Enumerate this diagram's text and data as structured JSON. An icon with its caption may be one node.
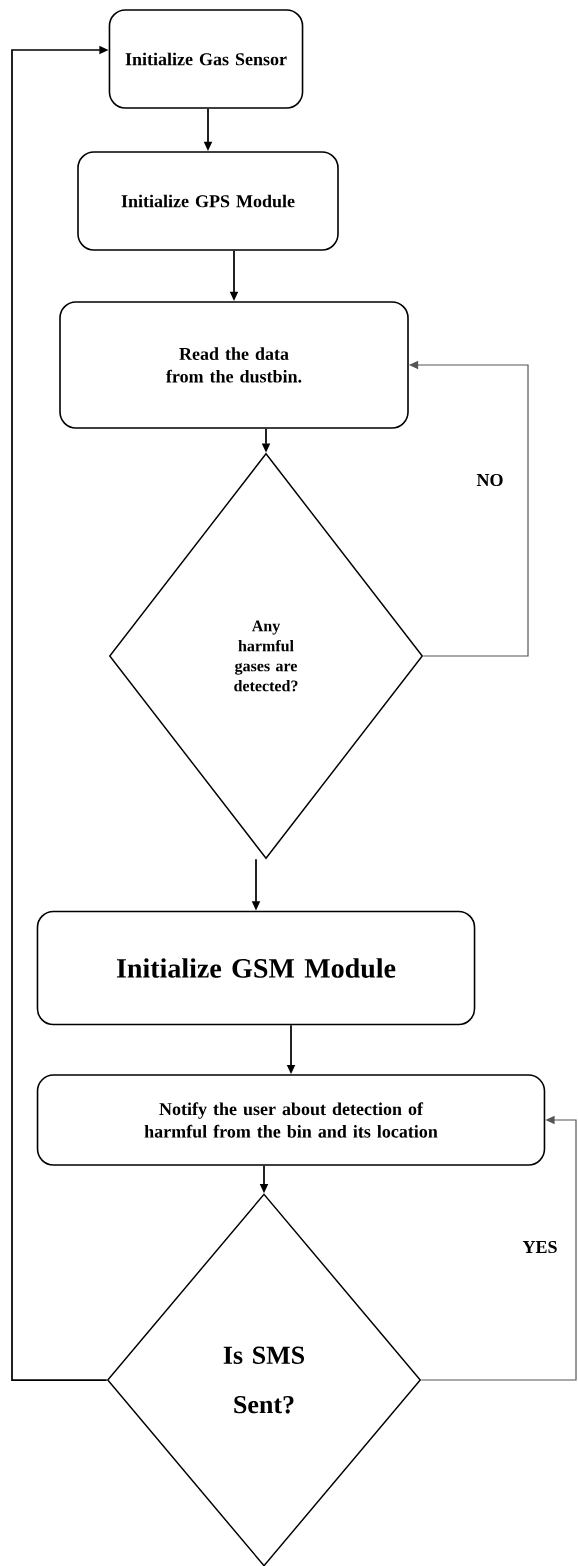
{
  "diagram": {
    "nodes": [
      {
        "text": [
          "Initialize Gas Sensor"
        ]
      },
      {
        "text": [
          "Initialize GPS Module"
        ]
      },
      {
        "text": [
          "Read the data from the dustbin."
        ]
      },
      {
        "text": [
          "Any harmful gases are detected?"
        ]
      },
      {
        "text": [
          "Initialize GSM Module"
        ]
      },
      {
        "text": [
          "Notify the user about detection of harmful from the bin and its location"
        ]
      },
      {
        "text": [
          "Is SMS Sent?"
        ]
      }
    ],
    "edges": [
      {
        "from": 0,
        "to": 1,
        "arrow": "to"
      },
      {
        "from": 1,
        "to": 2,
        "arrow": "to"
      },
      {
        "from": 2,
        "to": 3,
        "arrow": "to"
      },
      {
        "from": 3,
        "to": 2,
        "arrow": "to",
        "label": "NO",
        "color": "#555555"
      },
      {
        "from": 3,
        "to": 4,
        "arrow": "to"
      },
      {
        "from": 4,
        "to": 5,
        "arrow": "to"
      },
      {
        "from": 5,
        "to": 6,
        "arrow": "to"
      },
      {
        "from": 6,
        "to": 5,
        "arrow": "to",
        "label": "YES",
        "color": "#555555"
      },
      {
        "from": 6,
        "to": 0,
        "arrow": "to"
      }
    ]
  }
}
